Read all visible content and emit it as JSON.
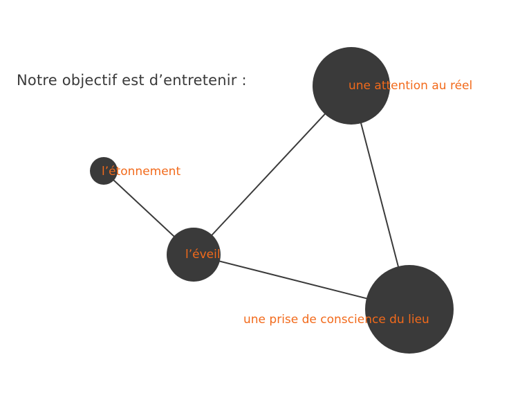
{
  "title": "Notre objectif est d’entretenir :",
  "colors": {
    "node": "#3a3a3a",
    "edge": "#3a3a3a",
    "label": "#f26a1b",
    "title": "#3a3a3a"
  },
  "nodes": [
    {
      "id": "etonnement",
      "label": "l’étonnement"
    },
    {
      "id": "eveil",
      "label": "l’éveil"
    },
    {
      "id": "attention",
      "label": "une attention au réel"
    },
    {
      "id": "prise",
      "label": "une prise de conscience du lieu"
    }
  ],
  "edges": [
    {
      "from": "etonnement",
      "to": "eveil"
    },
    {
      "from": "eveil",
      "to": "attention"
    },
    {
      "from": "attention",
      "to": "prise"
    },
    {
      "from": "eveil",
      "to": "prise"
    }
  ]
}
